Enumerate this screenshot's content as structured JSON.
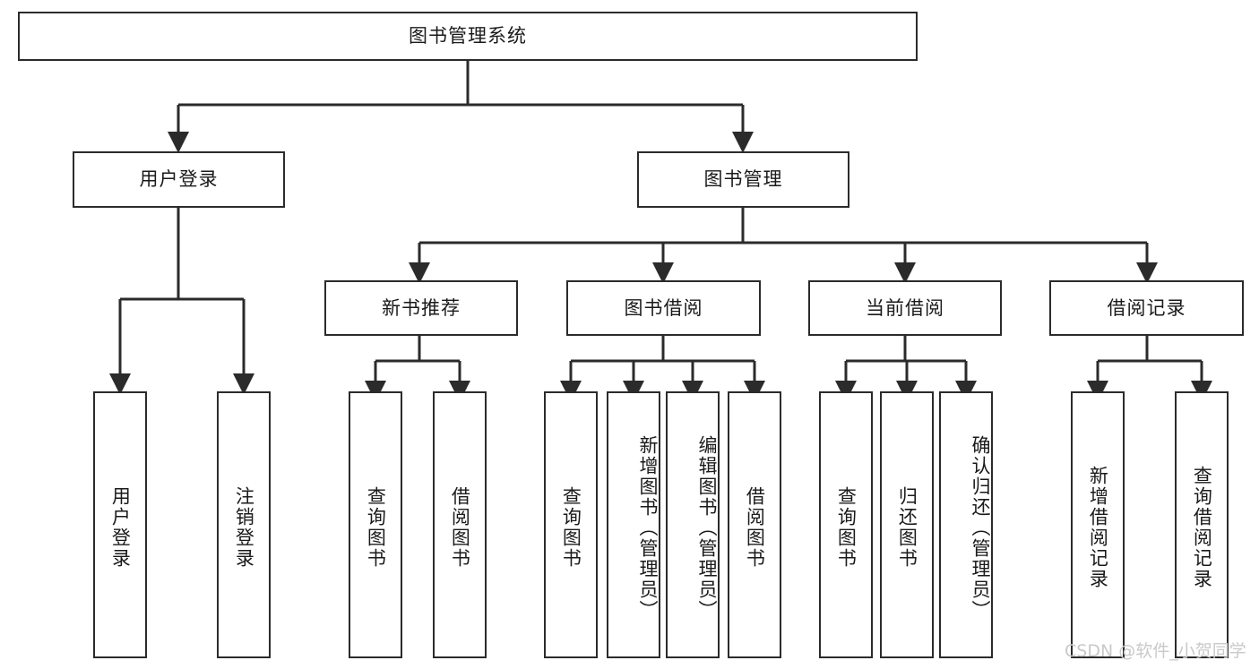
{
  "diagram": {
    "type": "tree-hierarchy",
    "title": "图书管理系统",
    "colors": {
      "box_border": "#2b2b2b",
      "box_fill": "#ffffff",
      "text": "#1a1a1a",
      "connector": "#2b2b2b",
      "watermark": "#c9c9c9"
    },
    "root": {
      "id": "root",
      "label": "图书管理系统"
    },
    "level2": [
      {
        "id": "user-login",
        "label": "用户登录"
      },
      {
        "id": "book-manage",
        "label": "图书管理"
      }
    ],
    "level3": [
      {
        "id": "new-book-rec",
        "label": "新书推荐"
      },
      {
        "id": "book-borrow",
        "label": "图书借阅"
      },
      {
        "id": "current-borrow",
        "label": "当前借阅"
      },
      {
        "id": "borrow-record",
        "label": "借阅记录"
      }
    ],
    "leaves": {
      "user_login": [
        {
          "id": "leaf-user-login",
          "label": "用户登录"
        },
        {
          "id": "leaf-logout",
          "label": "注销登录"
        }
      ],
      "new_book_rec": [
        {
          "id": "leaf-query-book-1",
          "label": "查询图书"
        },
        {
          "id": "leaf-borrow-book-1",
          "label": "借阅图书"
        }
      ],
      "book_borrow": [
        {
          "id": "leaf-query-book-2",
          "label": "查询图书"
        },
        {
          "id": "leaf-add-book",
          "label": "新增图书（管理员）"
        },
        {
          "id": "leaf-edit-book",
          "label": "编辑图书（管理员）"
        },
        {
          "id": "leaf-borrow-book-2",
          "label": "借阅图书"
        }
      ],
      "current_borrow": [
        {
          "id": "leaf-query-book-3",
          "label": "查询图书"
        },
        {
          "id": "leaf-return-book",
          "label": "归还图书"
        },
        {
          "id": "leaf-confirm-return",
          "label": "确认归还（管理员）"
        }
      ],
      "borrow_record": [
        {
          "id": "leaf-add-record",
          "label": "新增借阅记录"
        },
        {
          "id": "leaf-query-record",
          "label": "查询借阅记录"
        }
      ]
    }
  },
  "watermark": {
    "text": "CSDN @软件_小贺同学"
  }
}
